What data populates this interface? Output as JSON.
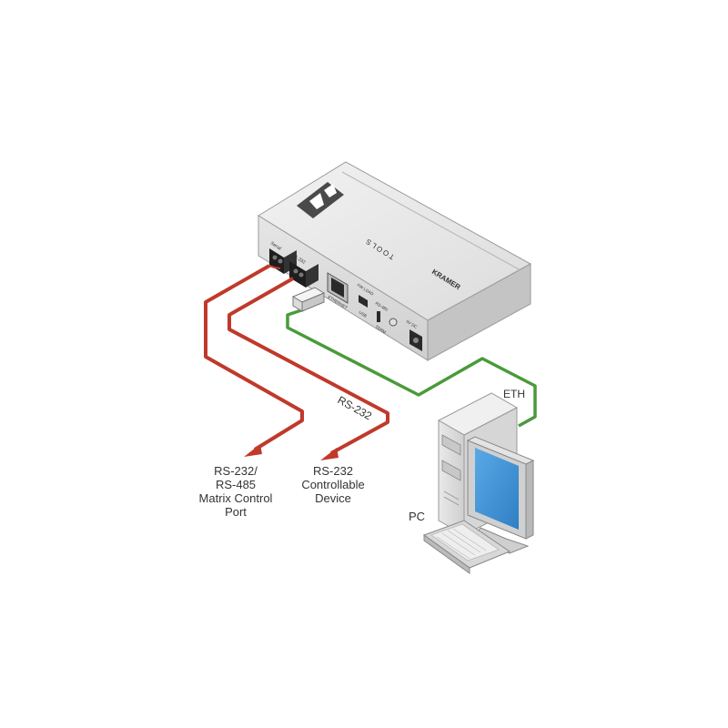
{
  "device": {
    "brand": "KRAMER",
    "product_line": "TOOLS",
    "port_labels": {
      "serial": "Serial",
      "rs232": "RS-232",
      "ethernet": "ETHERNET",
      "reset": "FW LOAD",
      "usb": "USB",
      "rs485": "RS-485",
      "term": "TERM",
      "dc": "5V DC"
    }
  },
  "connections": {
    "rs232_cable_label": "RS-232",
    "eth_cable_label": "ETH",
    "colors": {
      "rs232": "#c0392b",
      "eth": "#4a9a3a"
    }
  },
  "labels": {
    "matrix_port": [
      "RS-232/",
      "RS-485",
      "Matrix Control",
      "Port"
    ],
    "controllable_device": [
      "RS-232",
      "Controllable",
      "Device"
    ],
    "pc": "PC"
  }
}
